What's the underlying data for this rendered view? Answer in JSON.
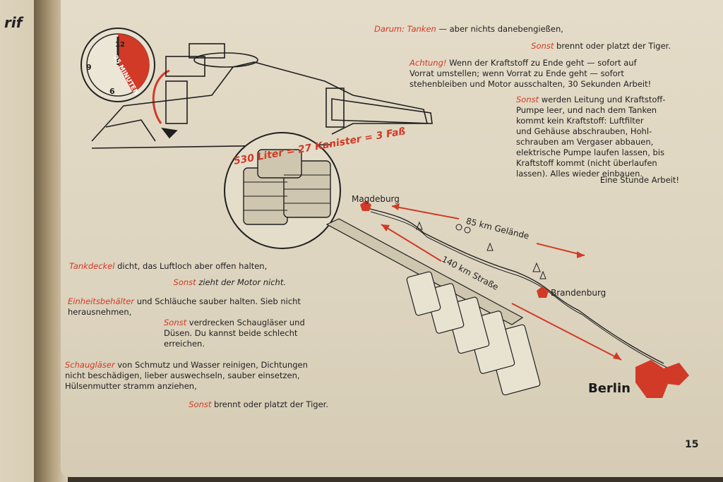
{
  "left_page": {
    "fragment": "rif"
  },
  "top": {
    "line1_red": "Darum: Tanken",
    "line1_black": "— aber nichts danebengießen,",
    "line2_red": "Sonst",
    "line2_black": "brennt oder platzt der Tiger.",
    "line3_red": "Achtung!",
    "line3_black": "Wenn der Kraftstoff zu Ende geht — sofort auf",
    "line4": "Vorrat umstellen; wenn Vorrat zu Ende geht — sofort",
    "line5": "stehenbleiben und Motor ausschalten, 30 Sekunden Arbeit!",
    "para_red": "Sonst",
    "para_lines": [
      "werden Leitung und Kraftstoff-",
      "Pumpe leer, und nach dem Tanken",
      "kommt kein Kraftstoff: Luftfilter",
      "und Gehäuse abschrauben, Hohl-",
      "schrauben am Vergaser abbauen,",
      "elektrische Pumpe laufen lassen, bis",
      "Kraftstoff kommt (nicht überlaufen",
      "lassen). Alles wieder einbauen."
    ],
    "para_end": "Eine Stunde Arbeit!"
  },
  "clock": {
    "label": "25 MINUTEN",
    "n12": "12",
    "n9": "9",
    "n6": "6"
  },
  "fuel": {
    "text": "530 Liter = 27 Kanister = 3 Faß"
  },
  "map": {
    "magdeburg": "Magdeburg",
    "brandenburg": "Brandenburg",
    "berlin": "Berlin",
    "gelaende": "85 km Gelände",
    "strasse": "140 km Straße"
  },
  "bottom": {
    "b1_red": "Tankdeckel",
    "b1_black": "dicht, das Luftloch aber offen halten,",
    "b2_red": "Sonst",
    "b2_black": "zieht der Motor nicht.",
    "b3_red": "Einheitsbehälter",
    "b3_black": "und Schläuche sauber halten. Sieb nicht",
    "b3_line2": "herausnehmen,",
    "b4_red": "Sonst",
    "b4_black": "verdrecken Schaugläser und",
    "b4_line2": "Düsen. Du kannst beide schlecht",
    "b4_line3": "erreichen.",
    "b5_red": "Schaugläser",
    "b5_black": "von Schmutz und Wasser reinigen, Dichtungen",
    "b5_line2": "nicht beschädigen, lieber auswechseln, sauber einsetzen,",
    "b5_line3": "Hülsenmutter stramm anziehen,",
    "b6_red": "Sonst",
    "b6_black": "brennt oder platzt der Tiger."
  },
  "page_number": "15",
  "colors": {
    "accent_red": "#d13a26",
    "paper": "#e0d8c3",
    "ink": "#1f1f1f"
  }
}
